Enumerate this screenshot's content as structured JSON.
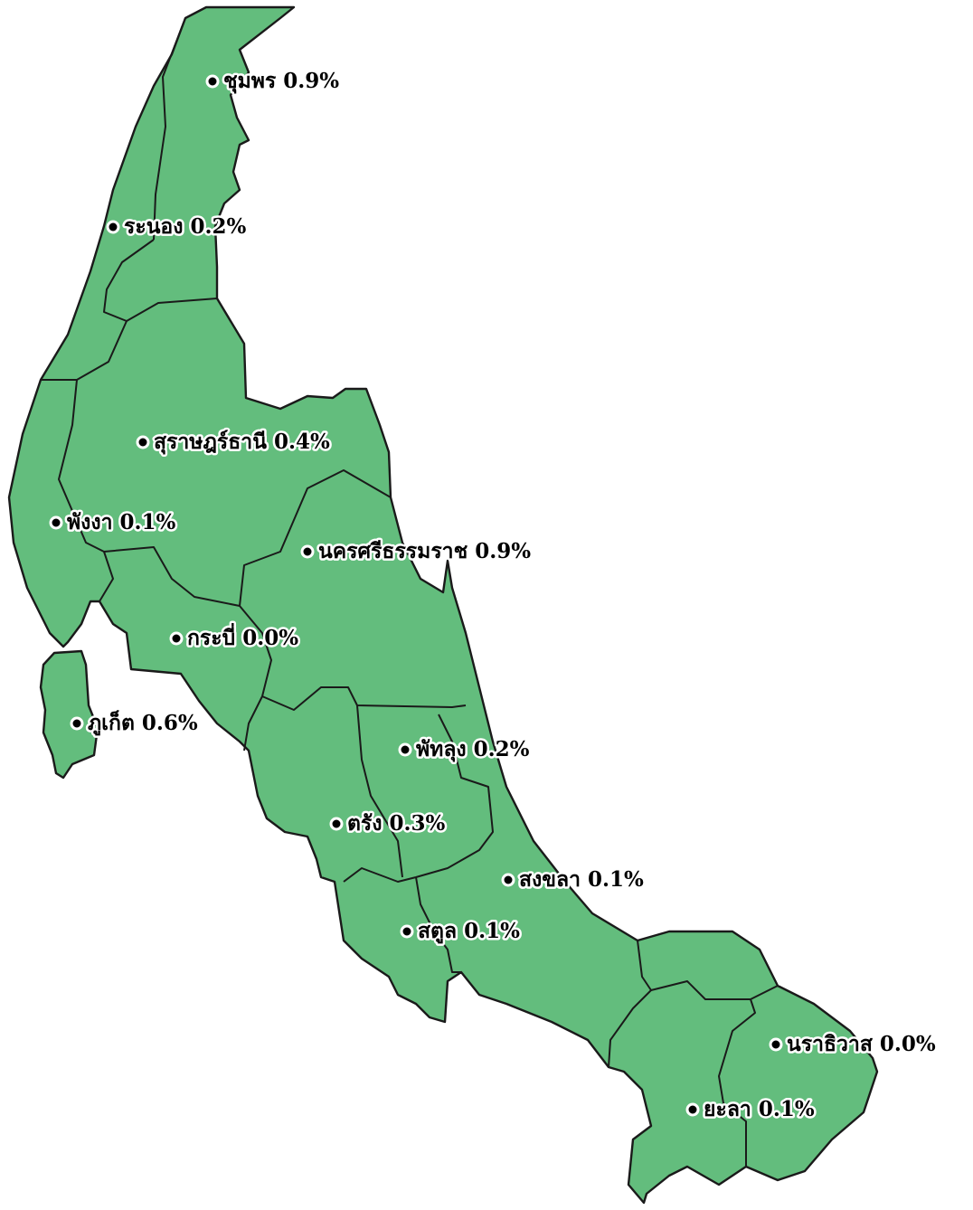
{
  "map": {
    "fill_color": "#63bd7d",
    "border_color": "#1a1a1a",
    "places": [
      {
        "id": "chumphon",
        "name": "ชุมพร",
        "value": "0.9%"
      },
      {
        "id": "ranong",
        "name": "ระนอง",
        "value": "0.2%"
      },
      {
        "id": "surat-thani",
        "name": "สุราษฎร์ธานี",
        "value": "0.4%"
      },
      {
        "id": "phang-nga",
        "name": "พังงา",
        "value": "0.1%"
      },
      {
        "id": "nakhon-si-thammarat",
        "name": "นครศรีธรรมราช",
        "value": "0.9%"
      },
      {
        "id": "krabi",
        "name": "กระบี่",
        "value": "0.0%"
      },
      {
        "id": "phuket",
        "name": "ภูเก็ต",
        "value": "0.6%"
      },
      {
        "id": "phatthalung",
        "name": "พัทลุง",
        "value": "0.2%"
      },
      {
        "id": "trang",
        "name": "ตรัง",
        "value": "0.3%"
      },
      {
        "id": "songkhla",
        "name": "สงขลา",
        "value": "0.1%"
      },
      {
        "id": "satun",
        "name": "สตูล",
        "value": "0.1%"
      },
      {
        "id": "narathiwat",
        "name": "นราธิวาส",
        "value": "0.0%"
      },
      {
        "id": "yala",
        "name": "ยะลา",
        "value": "0.1%"
      }
    ]
  }
}
